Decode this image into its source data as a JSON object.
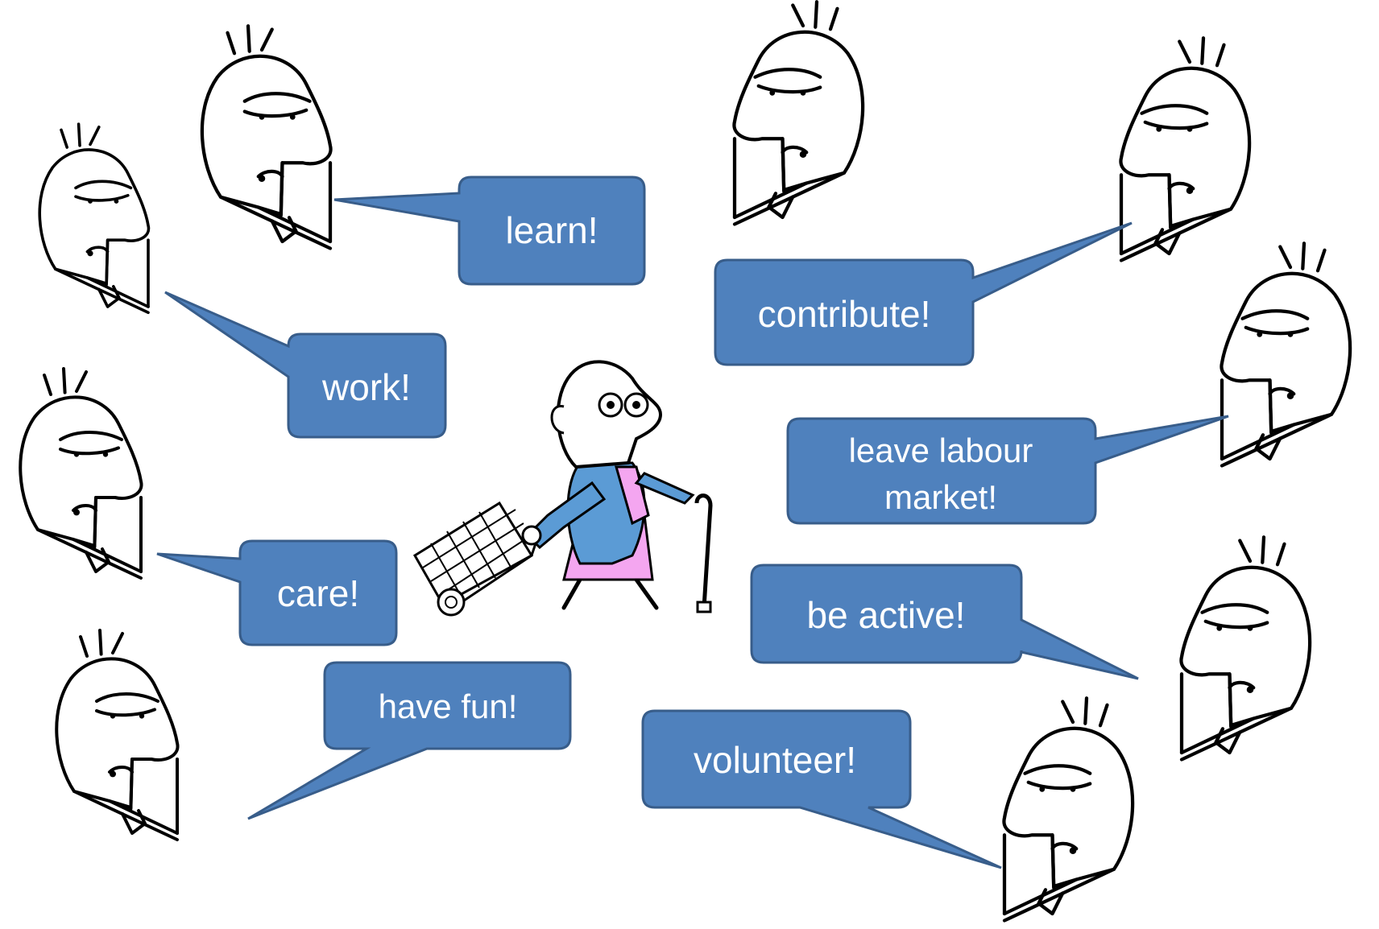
{
  "figure": {
    "speech": {
      "learn": "learn!",
      "work": "work!",
      "care": "care!",
      "have_fun": "have fun!",
      "contribute": "contribute!",
      "leave_line1": "leave labour",
      "leave_line2": "market!",
      "be_active": "be active!",
      "volunteer": "volunteer!"
    },
    "colors": {
      "bubble_fill": "#4f81bd",
      "bubble_stroke": "#385d8a",
      "coat": "#5b9bd5",
      "shirt": "#f4a6f0"
    }
  }
}
